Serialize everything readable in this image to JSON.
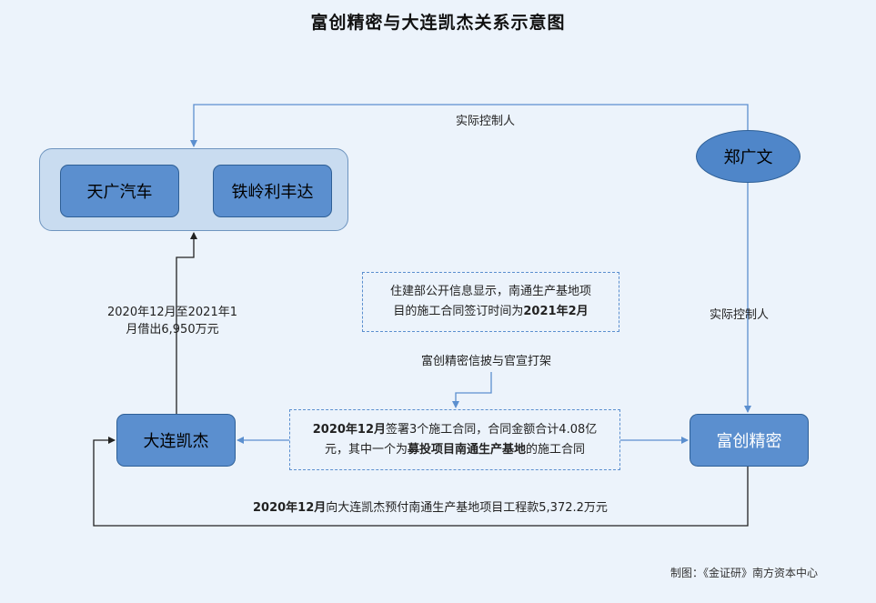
{
  "title": "富创精密与大连凯杰关系示意图",
  "nodes": {
    "tianguang": "天广汽车",
    "tieling": "铁岭利丰达",
    "zheng": "郑广文",
    "dalian": "大连凯杰",
    "fuchuang": "富创精密"
  },
  "labels": {
    "controller_top": "实际控制人",
    "controller_right": "实际控制人",
    "loan_line1": "2020年12月至2021年1",
    "loan_line2": "月借出6,950万元",
    "disclosure": "富创精密信披与官宣打架"
  },
  "notice": {
    "line1": "住建部公开信息显示，南通生产基地项",
    "line2_pre": "目的施工合同签订时间为",
    "line2_bold": "2021年2月"
  },
  "contract": {
    "l1_bold": "2020年12月",
    "l1_rest": "签署3个施工合同，合同金额合计4.08亿",
    "l2_pre": "元，其中一个为",
    "l2_bold": "募投项目南通生产基地",
    "l2_post": "的施工合同"
  },
  "prepay": {
    "bold": "2020年12月",
    "rest": "向大连凯杰预付南通生产基地项目工程款5,372.2万元"
  },
  "credit": "制图：《金证研》南方资本中心",
  "colors": {
    "background": "#ecf3fb",
    "node_fill": "#5b8fcf",
    "node_border": "#2e5f96",
    "group_fill": "#c9dcf0",
    "line_blue": "#5b8fcf",
    "line_dark": "#222222"
  }
}
